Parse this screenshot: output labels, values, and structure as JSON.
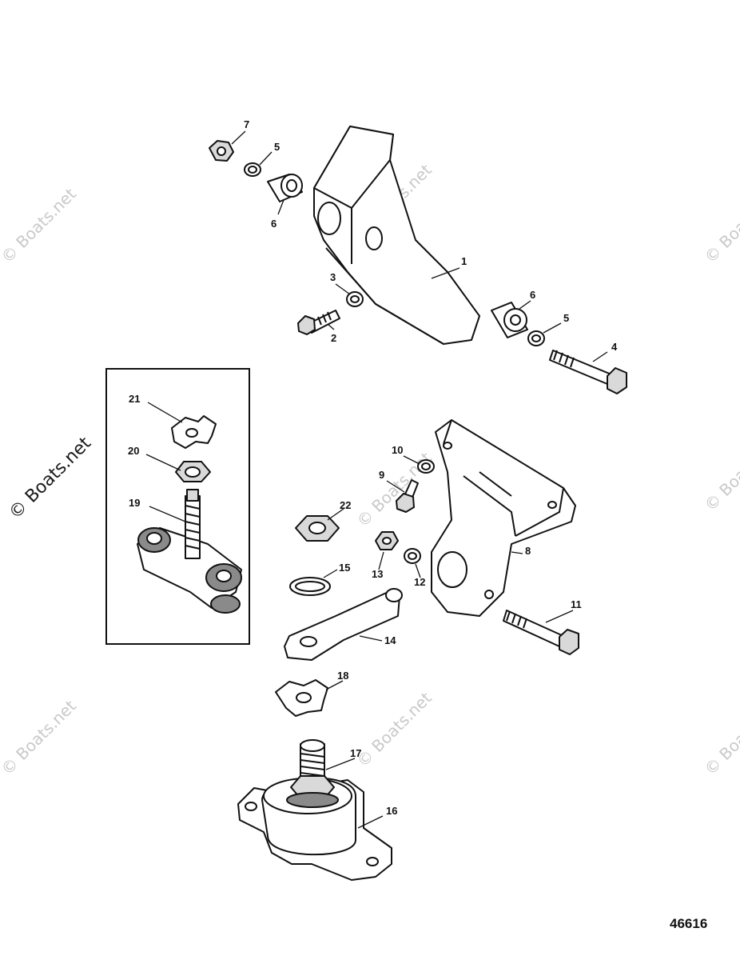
{
  "callouts": {
    "c1": "1",
    "c2": "2",
    "c3": "3",
    "c4": "4",
    "c5a": "5",
    "c5b": "5",
    "c6a": "6",
    "c6b": "6",
    "c7": "7",
    "c8": "8",
    "c9": "9",
    "c10": "10",
    "c11": "11",
    "c12": "12",
    "c13": "13",
    "c14": "14",
    "c15": "15",
    "c16": "16",
    "c17": "17",
    "c18": "18",
    "c19": "19",
    "c20": "20",
    "c21": "21",
    "c22": "22"
  },
  "diagram_id": "46616",
  "watermark": "© Boats.net"
}
